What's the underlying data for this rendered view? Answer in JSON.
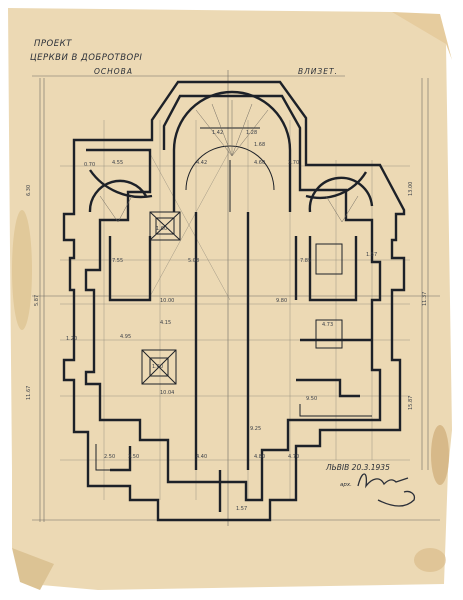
{
  "title": {
    "line1": "ПРОЕКТ",
    "line2": "ЦЕРКВИ В ДОБРОТВОРІ"
  },
  "headings": {
    "plan_left": "ОСНОВА",
    "plan_right": "ВЛИЗЕТ."
  },
  "date_line": "ЛЬВІВ 20.3.1935",
  "signature_prefix": "арх.",
  "colors": {
    "paper": "#ecd9b4",
    "paper_edge": "#e2c99a",
    "ink": "#1d2128",
    "pencil": "#6d6a63",
    "stain": "#d7b37c"
  },
  "dimensions": {
    "top_left": "4.55",
    "top_mid1": "4.42",
    "top_mid2": "4.60",
    "top_right": "3.70",
    "apse_a": "1.28",
    "apse_b": "1.42",
    "apse_c": "1.68",
    "inner_a": "7.55",
    "inner_b": "7.85",
    "span1": "10.00",
    "span2": "9.80",
    "span3": "10.04",
    "span4": "5.08",
    "span5": "4.73",
    "span6": "4.95",
    "span7": "4.15",
    "span8": "1.57",
    "span9": "9.50",
    "span10": "9.25",
    "bottom1": "3.50",
    "bottom2": "4.40",
    "bottom3": "4.80",
    "bottom4": "4.70",
    "bottom5": "2.50",
    "bottom6": "1.57",
    "side_left1": "6.30",
    "side_left2": "5.87",
    "side_left3": "11.67",
    "side_right1": "13.00",
    "side_right2": "11.37",
    "side_right3": "15.87",
    "small1": "1.60",
    "small2": "1.60",
    "small3": "0.70",
    "small4": "1.20"
  }
}
